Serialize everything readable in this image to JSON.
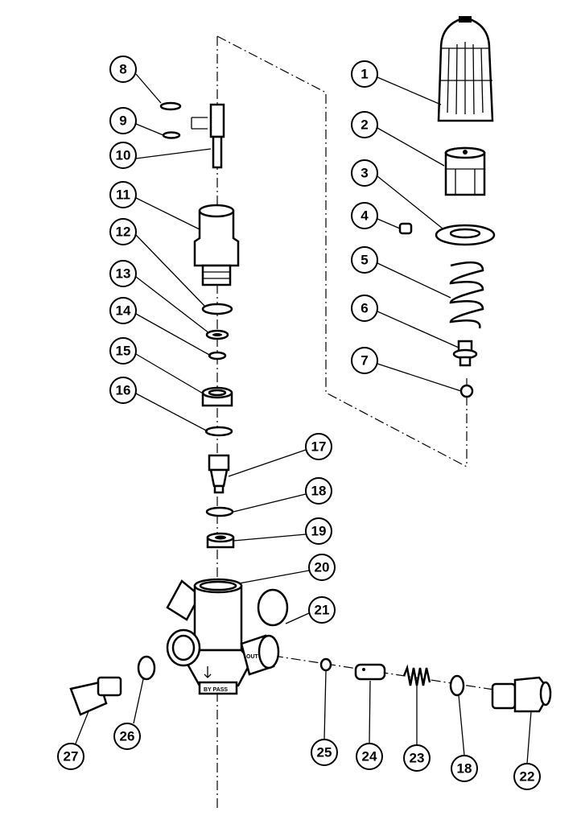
{
  "diagram": {
    "type": "exploded-parts-view",
    "callouts": [
      "1",
      "2",
      "3",
      "4",
      "5",
      "6",
      "7",
      "8",
      "9",
      "10",
      "11",
      "12",
      "13",
      "14",
      "15",
      "16",
      "17",
      "18",
      "19",
      "20",
      "21",
      "22",
      "23",
      "24",
      "25",
      "26",
      "27",
      "18"
    ],
    "body_markings": {
      "outlet": "OUT",
      "bypass": "BY PASS"
    }
  }
}
